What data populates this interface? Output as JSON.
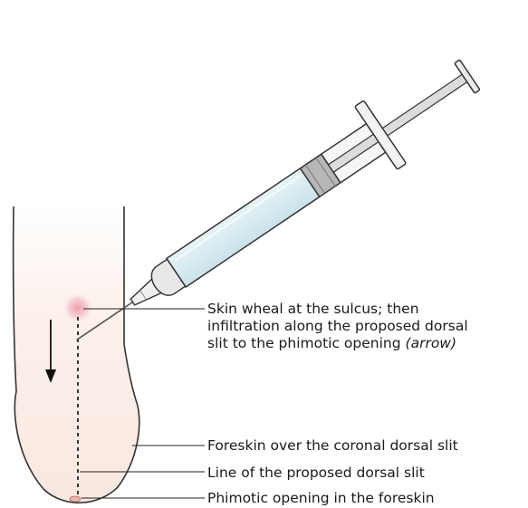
{
  "labels": {
    "skin_wheal_line1": "Skin wheal at the sulcus; then",
    "skin_wheal_line2": "infiltration along the proposed dorsal",
    "skin_wheal_line3": "slit to the phimotic opening",
    "skin_wheal_arrow": "(arrow)",
    "foreskin": "Foreskin over the coronal dorsal slit",
    "dorsal_slit_line": "Line of the proposed dorsal slit",
    "phimotic_opening": "Phimotic opening in the foreskin"
  },
  "colors": {
    "skin_fill": "#fbeee8",
    "syringe_fluid": "#d7ecf1",
    "outline": "#222222",
    "wheal": "#f2b8be"
  }
}
